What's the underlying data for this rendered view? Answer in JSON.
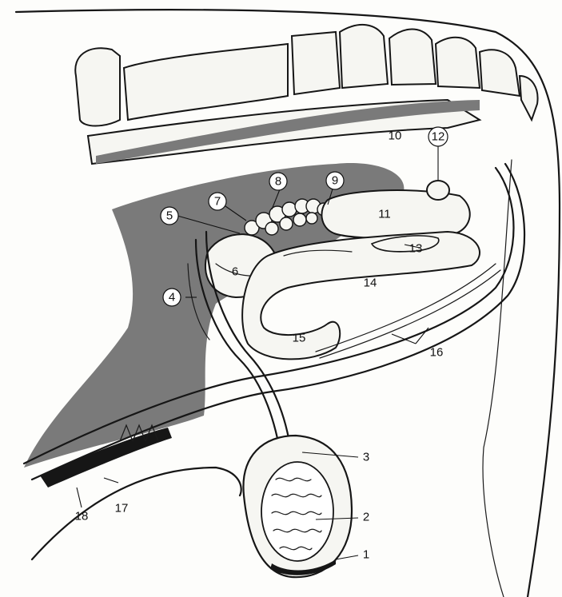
{
  "labels": {
    "l1": "1",
    "l2": "2",
    "l3": "3",
    "l4": "4",
    "l5": "5",
    "l6": "6",
    "l7": "7",
    "l8": "8",
    "l9": "9",
    "l10": "10",
    "l11": "11",
    "l12": "12",
    "l13": "13",
    "l14": "14",
    "l15": "15",
    "l16": "16",
    "l17": "17",
    "l18": "18"
  },
  "colors": {
    "cavity": "#7a7a7a",
    "paper": "#fdfdfb",
    "ink": "#161616",
    "bone": "#f6f6f2"
  }
}
